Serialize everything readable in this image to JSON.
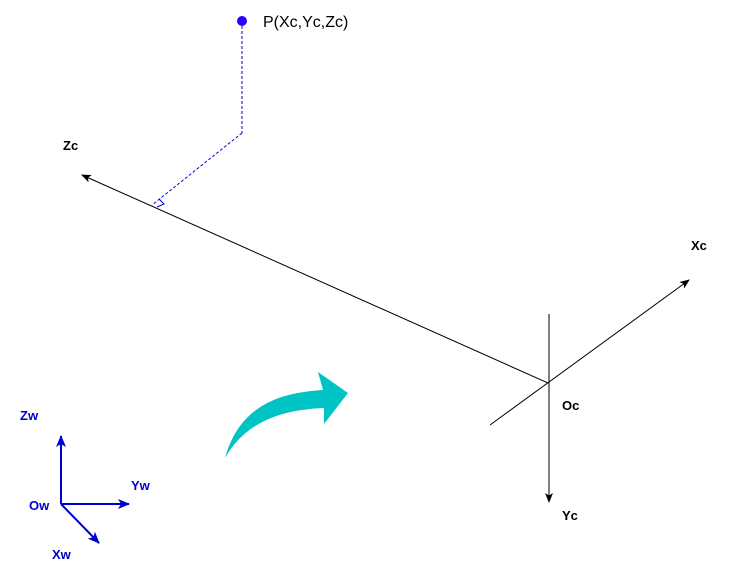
{
  "point": {
    "label": "P(Xc,Yc,Zc)"
  },
  "camera_axes": {
    "zc": "Zc",
    "xc": "Xc",
    "yc": "Yc",
    "origin": "Oc"
  },
  "world_axes": {
    "zw": "Zw",
    "yw": "Yw",
    "xw": "Xw",
    "origin": "Ow"
  },
  "colors": {
    "camera_axes": "#000000",
    "world_axes": "#0000cc",
    "point": "#3300ff",
    "projection": "#0000cc",
    "transform_arrow": "#00c4c4"
  }
}
